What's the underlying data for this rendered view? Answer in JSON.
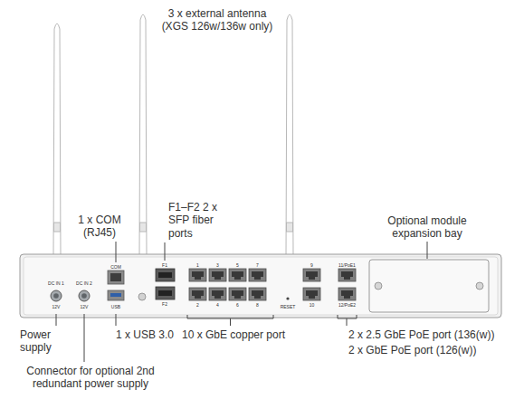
{
  "diagram": {
    "labels": [
      "3 x external antenna (XGS 126w/136w only)",
      "1 x COM (RJ45)",
      "F1–F2 2 x SFP fiber ports",
      "Optional module expansion bay",
      "DC IN 1",
      "12V",
      "DC IN 2",
      "12V",
      "COM",
      "USB",
      "F1",
      "F2",
      "1",
      "3",
      "5",
      "7",
      "2",
      "4",
      "6",
      "8",
      "RESET",
      "9",
      "10",
      "11/PoE1",
      "12/PoE2",
      "Power supply",
      "Connector for optional 2nd redundant power supply",
      "1 x USB 3.0",
      "10 x GbE copper port",
      "2 x 2.5 GbE PoE port (136(w))",
      "2 x GbE PoE port (126(w))"
    ]
  }
}
